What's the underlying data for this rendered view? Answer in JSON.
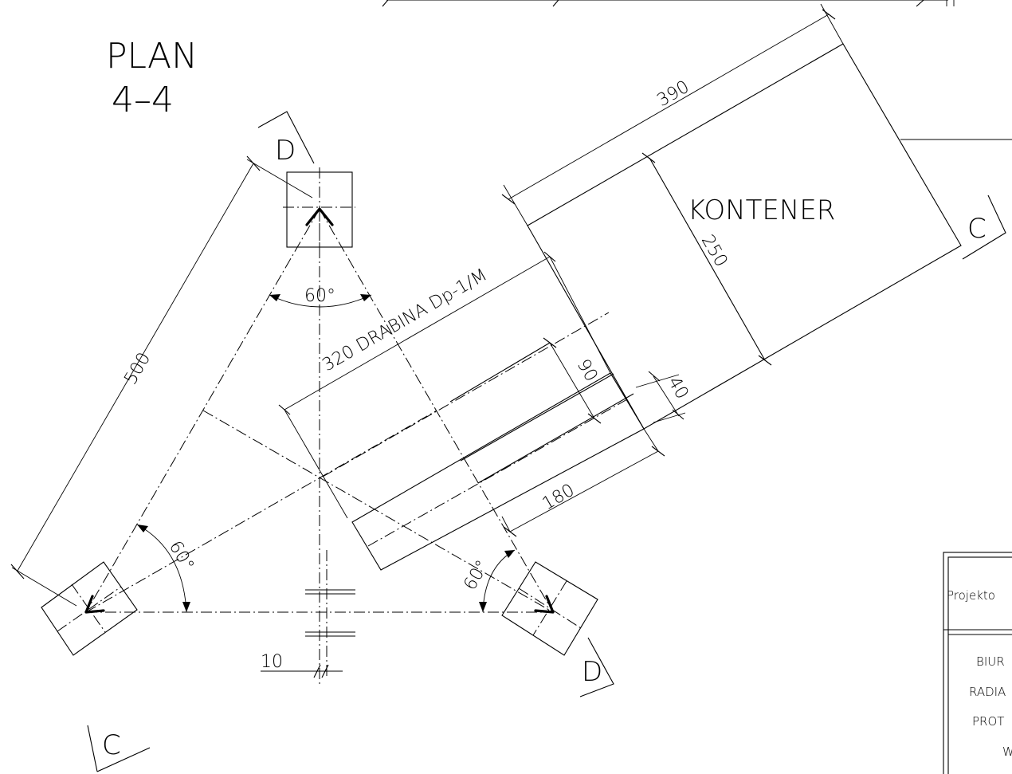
{
  "title": {
    "line1": "PLAN",
    "line2": "4–4"
  },
  "labels": {
    "container": "KONTENER",
    "ladder": "320 DRABINA Dp-1/M",
    "section_d": "D",
    "section_c": "C"
  },
  "dimensions": {
    "side": "500",
    "container_length": "390",
    "container_width": "250",
    "ladder_width": "90",
    "gap": "40",
    "offset": "180",
    "small": "10",
    "angle": "60°"
  },
  "title_block": {
    "line1": "Projekto",
    "line2": "BIUR",
    "line3": "RADIA",
    "line4": "PROT",
    "line5": "W"
  }
}
